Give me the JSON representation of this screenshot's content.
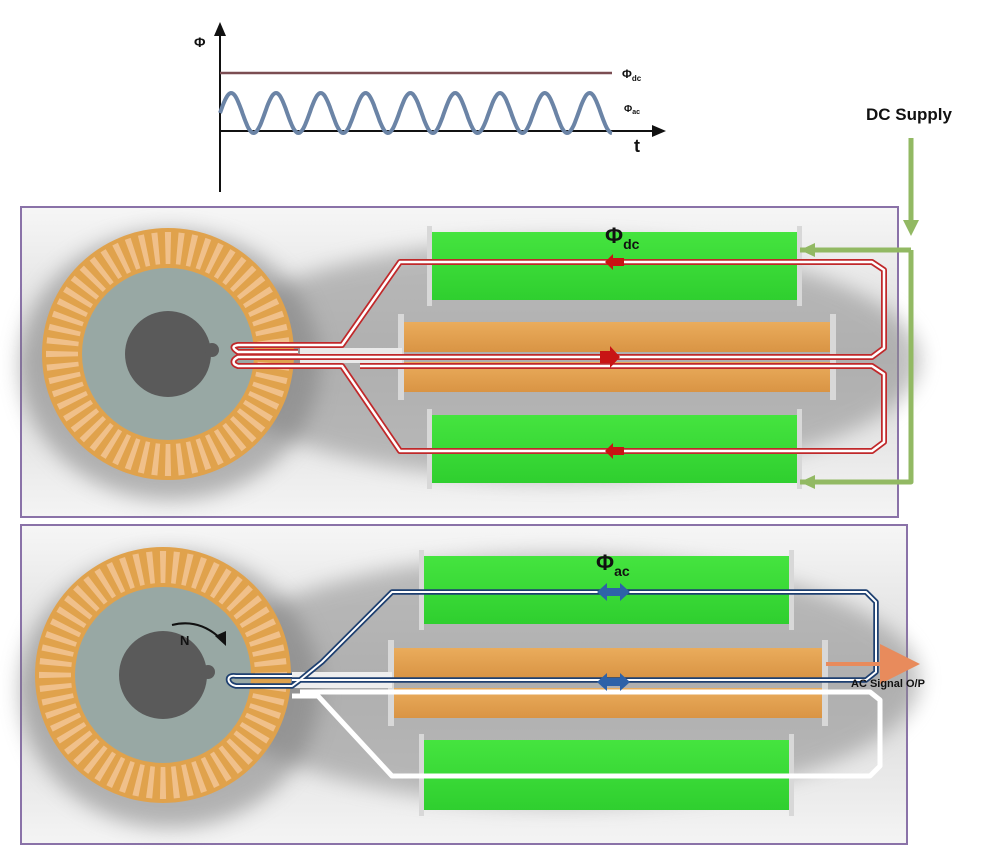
{
  "graph": {
    "y_axis_symbol": "Φ",
    "x_axis_symbol": "t",
    "dc_label_main": "Φ",
    "dc_label_sub": "dc",
    "ac_label_main": "Φ",
    "ac_label_sub": "ac"
  },
  "supply": {
    "label": "DC Supply"
  },
  "panel_top": {
    "flux_label_main": "Φ",
    "flux_label_sub": "dc"
  },
  "panel_bottom": {
    "flux_label_main": "Φ",
    "flux_label_sub": "ac",
    "rotation_label": "N",
    "output_label": "AC Signal O/P"
  },
  "colors": {
    "panel_border": "#8a72a8",
    "green_core": "#3ddc3a",
    "orange_core": "#e4a24e",
    "wheel_teeth": "#e0a24c",
    "wheel_inner": "#98a8a4",
    "wheel_hub": "#5a5a5a",
    "dc_flux_line": "#c0282a",
    "ac_flux_line": "#1d3f70",
    "supply_wire": "#92b963",
    "sine": "#6b84a6",
    "dc_trace": "#7b4d52",
    "arrow_red": "#c81414",
    "arrow_blue": "#2e62a8",
    "output_arrow": "#e88b5c"
  }
}
